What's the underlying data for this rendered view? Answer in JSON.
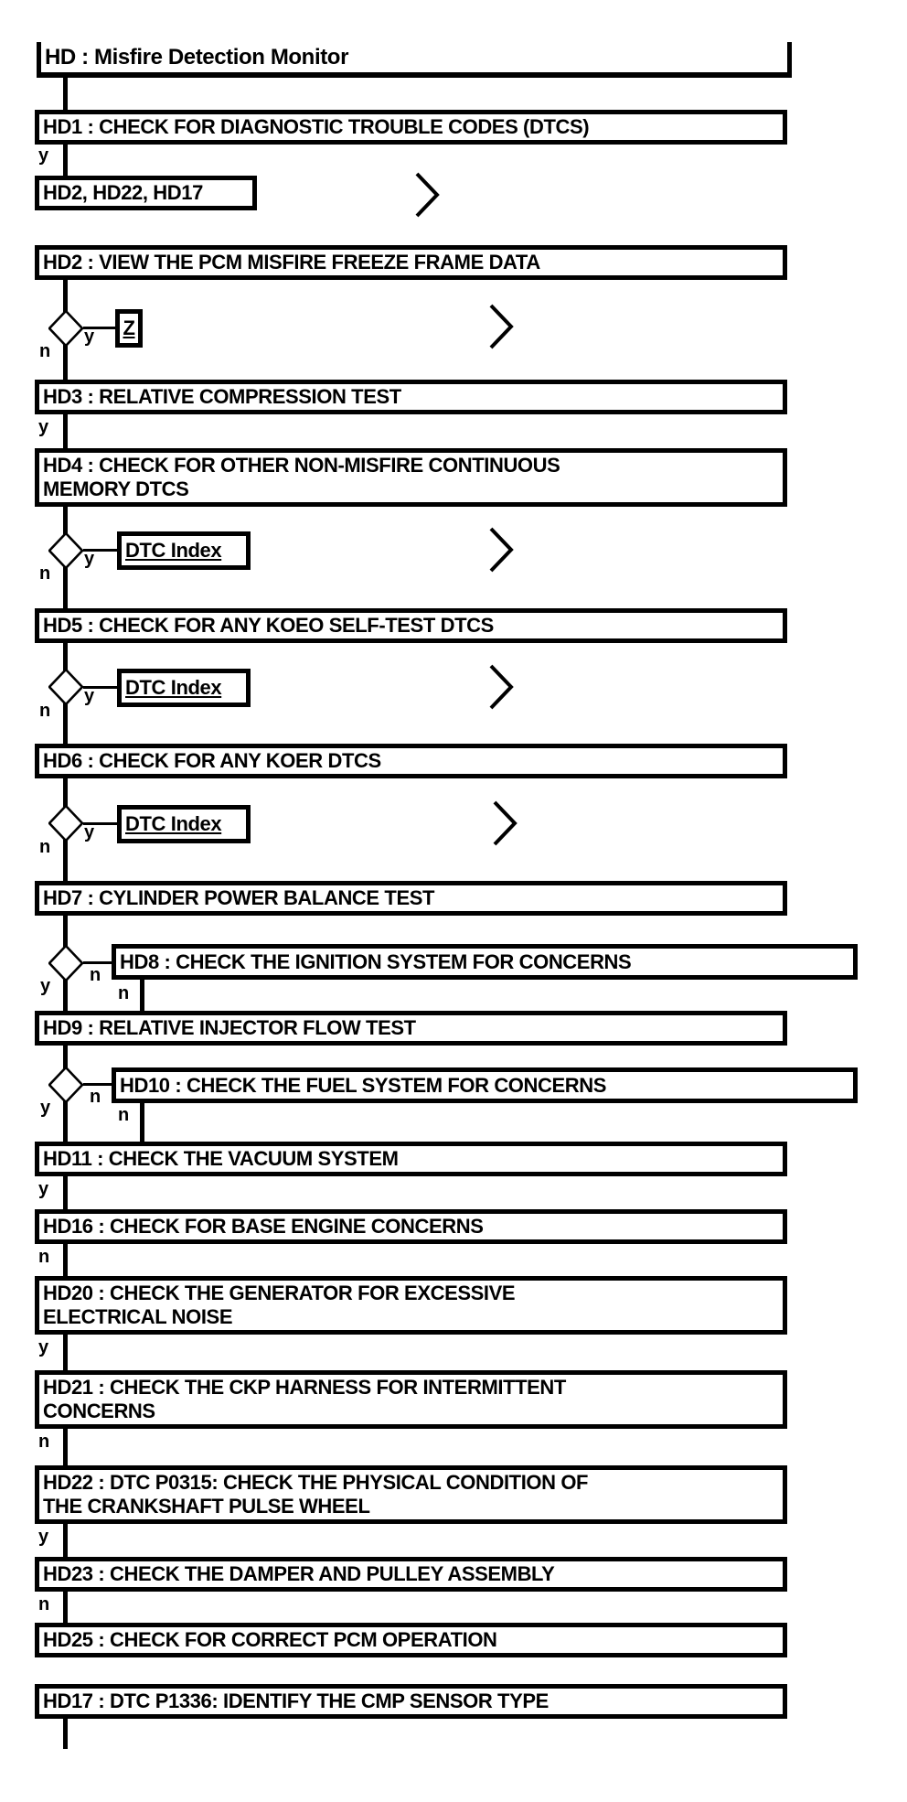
{
  "title": "HD : Misfire Detection Monitor",
  "branch": {
    "yes": "y",
    "no": "n"
  },
  "nodes": {
    "hd1": "HD1 : CHECK FOR DIAGNOSTIC TROUBLE CODES (DTCS)",
    "jump_list": "HD2, HD22, HD17",
    "hd2": "HD2 : VIEW THE PCM MISFIRE FREEZE FRAME DATA",
    "z_link": "Z",
    "hd3": "HD3 : RELATIVE COMPRESSION TEST",
    "hd4": "HD4 : CHECK FOR OTHER NON-MISFIRE CONTINUOUS\nMEMORY DTCS",
    "dtc_index": "DTC Index",
    "hd5": "HD5 : CHECK FOR ANY KOEO SELF-TEST DTCS",
    "hd6": "HD6 : CHECK FOR ANY KOER DTCS",
    "hd7": "HD7 : CYLINDER POWER BALANCE TEST",
    "hd8": "HD8 : CHECK THE IGNITION SYSTEM FOR CONCERNS",
    "hd9": "HD9 : RELATIVE INJECTOR FLOW TEST",
    "hd10": "HD10 : CHECK THE FUEL SYSTEM FOR CONCERNS",
    "hd11": "HD11 : CHECK THE VACUUM SYSTEM",
    "hd16": "HD16 : CHECK FOR BASE ENGINE CONCERNS",
    "hd20": "HD20 : CHECK THE GENERATOR FOR EXCESSIVE\nELECTRICAL NOISE",
    "hd21": "HD21 : CHECK THE CKP HARNESS FOR INTERMITTENT\nCONCERNS",
    "hd22": "HD22 : DTC P0315: CHECK THE PHYSICAL CONDITION OF\nTHE CRANKSHAFT PULSE WHEEL",
    "hd23": "HD23 : CHECK THE DAMPER AND PULLEY ASSEMBLY",
    "hd25": "HD25 : CHECK FOR CORRECT PCM OPERATION",
    "hd17": "HD17 : DTC P1336: IDENTIFY THE CMP SENSOR TYPE"
  },
  "colors": {
    "ink": "#000000",
    "paper": "#ffffff"
  }
}
